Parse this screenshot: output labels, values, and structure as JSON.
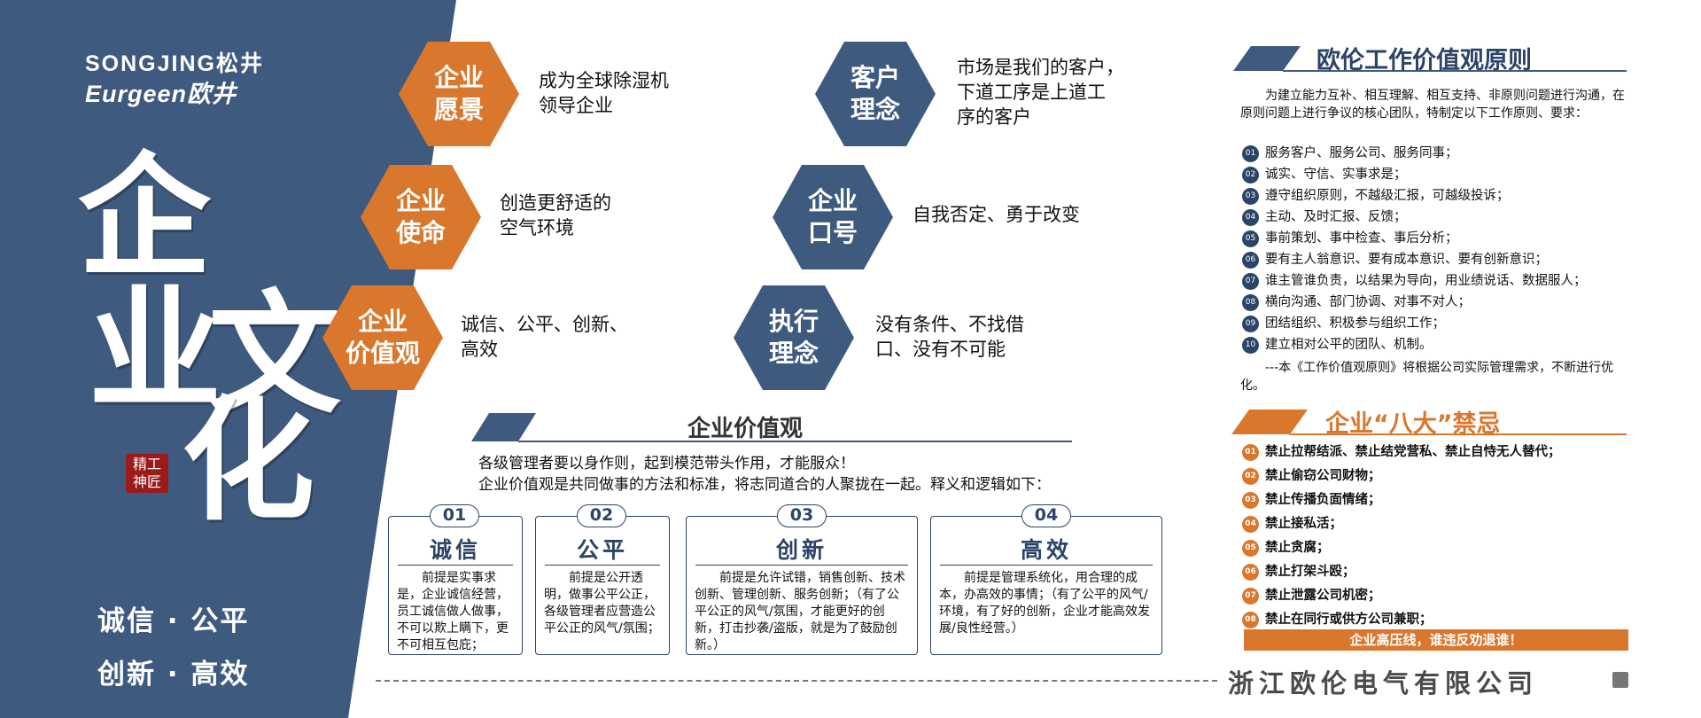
{
  "colors": {
    "navy": "#3f5a7f",
    "dark_navy": "#2c4467",
    "orange": "#d9772d",
    "text": "#111111"
  },
  "brand": {
    "line1": "SONGJING松井",
    "line2": "Eurgeen欧井"
  },
  "hero": {
    "chars": [
      "企",
      "业",
      "文",
      "化"
    ],
    "seal": [
      "精",
      "工",
      "神",
      "匠"
    ],
    "slogan1": "诚信 · 公平",
    "slogan2": "创新 · 高效"
  },
  "hexes": [
    {
      "label": "企业\n愿景",
      "desc": "成为全球除湿机\n领导企业",
      "color": "orange"
    },
    {
      "label": "企业\n使命",
      "desc": "创造更舒适的\n空气环境",
      "color": "orange"
    },
    {
      "label": "企业\n价值观",
      "desc": "诚信、公平、创新、\n高效",
      "color": "orange"
    },
    {
      "label": "客户\n理念",
      "desc": "市场是我们的客户，\n下道工序是上道工\n序的客户",
      "color": "navy"
    },
    {
      "label": "企业\n口号",
      "desc": "自我否定、勇于改变",
      "color": "navy"
    },
    {
      "label": "执行\n理念",
      "desc": "没有条件、不找借\n口、没有不可能",
      "color": "navy"
    }
  ],
  "values_section": {
    "title": "企业价值观",
    "intro1": "各级管理者要以身作则，起到模范带头作用，才能服众！",
    "intro2": "企业价值观是共同做事的方法和标准，将志同道合的人聚拢在一起。释义和逻辑如下：",
    "cards": [
      {
        "num": "01",
        "title": "诚信",
        "text": "　　前提是实事求是，企业诚信经营，员工诚信做人做事，不可以欺上瞒下，更不可相互包庇；"
      },
      {
        "num": "02",
        "title": "公平",
        "text": "　　前提是公开透明，做事公平公正，各级管理者应营造公平公正的风气/氛围；"
      },
      {
        "num": "03",
        "title": "创新",
        "text": "　　前提是允许试错，销售创新、技术创新、管理创新、服务创新；（有了公平公正的风气/氛围，才能更好的创新，打击抄袭/盗版，就是为了鼓励创新。）"
      },
      {
        "num": "04",
        "title": "高效",
        "text": "　　前提是管理系统化，用合理的成本，办高效的事情；（有了公平的风气/环境，有了好的创新，企业才能高效发展/良性经营。）"
      }
    ]
  },
  "principles": {
    "title": "欧伦工作价值观原则",
    "intro": "　　为建立能力互补、相互理解、相互支持、非原则问题进行沟通，在原则问题上进行争议的核心团队，特制定以下工作原则、要求：",
    "items": [
      {
        "num": "01",
        "text": "服务客户、服务公司、服务同事；"
      },
      {
        "num": "02",
        "text": "诚实、守信、实事求是；"
      },
      {
        "num": "03",
        "text": "遵守组织原则，不越级汇报，可越级投诉；"
      },
      {
        "num": "04",
        "text": "主动、及时汇报、反馈；"
      },
      {
        "num": "05",
        "text": "事前策划、事中检查、事后分析；"
      },
      {
        "num": "06",
        "text": "要有主人翁意识、要有成本意识、要有创新意识；"
      },
      {
        "num": "07",
        "text": "谁主管谁负责，以结果为导向，用业绩说话、数据服人；"
      },
      {
        "num": "08",
        "text": "横向沟通、部门协调、对事不对人；"
      },
      {
        "num": "09",
        "text": "团结组织、积极参与组织工作；"
      },
      {
        "num": "10",
        "text": "建立相对公平的团队、机制。"
      }
    ],
    "footer": "　　---本《工作价值观原则》将根据公司实际管理需求，不断进行优化。"
  },
  "taboos": {
    "title": "企业“八大”禁忌",
    "items": [
      {
        "num": "01",
        "text": "禁止拉帮结派、禁止结党营私、禁止自恃无人替代；"
      },
      {
        "num": "02",
        "text": "禁止偷窃公司财物；"
      },
      {
        "num": "03",
        "text": "禁止传播负面情绪；"
      },
      {
        "num": "04",
        "text": "禁止接私活；"
      },
      {
        "num": "05",
        "text": "禁止贪腐；"
      },
      {
        "num": "06",
        "text": "禁止打架斗殴；"
      },
      {
        "num": "07",
        "text": "禁止泄露公司机密；"
      },
      {
        "num": "08",
        "text": "禁止在同行或供方公司兼职；"
      }
    ],
    "warning": "企业高压线，谁违反劝退谁！"
  },
  "company": "浙江欧伦电气有限公司"
}
